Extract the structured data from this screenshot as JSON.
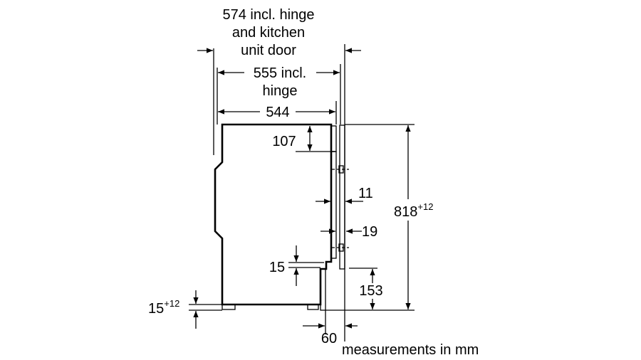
{
  "diagram": {
    "labels": {
      "width_hinge_door_line1": "574 incl. hinge",
      "width_hinge_door_line2": "and kitchen",
      "width_hinge_door_line3": "unit door",
      "width_hinge_line1": "555 incl.",
      "width_hinge_line2": "hinge",
      "depth": "544",
      "top_panel": "107",
      "door_gap": "11",
      "door_thickness": "19",
      "bottom_gap": "15",
      "plinth_height": "153",
      "height": "818",
      "height_tolerance": "+12",
      "feet_height": "15",
      "feet_tolerance": "+12",
      "plinth_depth": "60",
      "units_note": "measurements in mm"
    }
  }
}
